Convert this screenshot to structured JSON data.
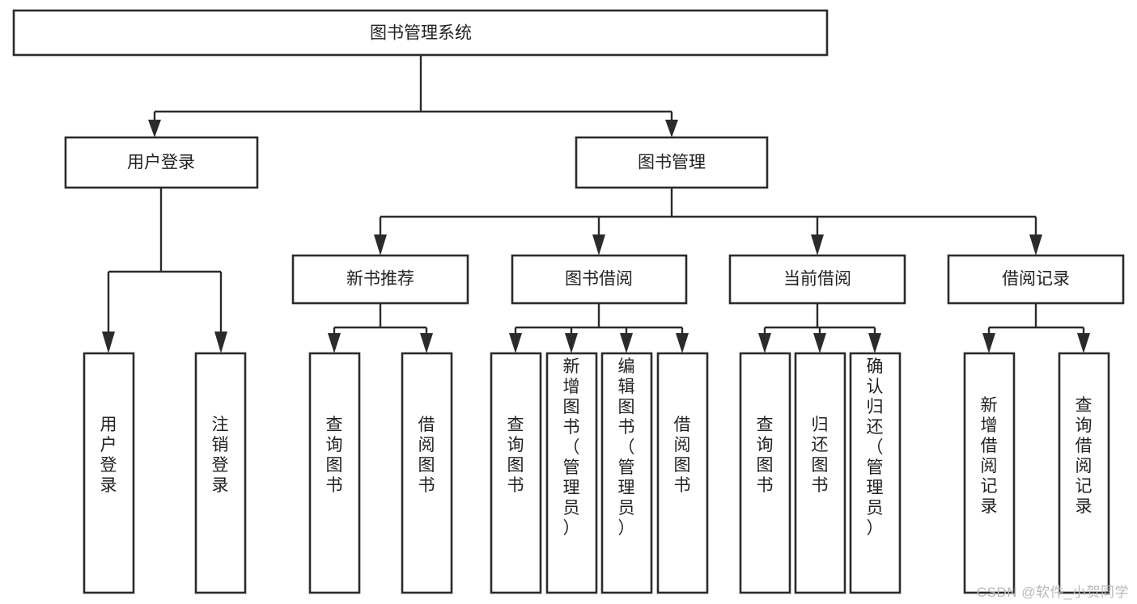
{
  "diagram": {
    "type": "tree-hierarchy-chart",
    "title": "图书管理系统",
    "colors": {
      "box_stroke": "#2b2b2b",
      "box_fill": "#ffffff",
      "connector": "#2b2b2b",
      "text": "#222222",
      "background": "#ffffff",
      "watermark": "#b8b8b8"
    },
    "root": {
      "label": "图书管理系统",
      "orientation": "horizontal"
    },
    "level2": [
      {
        "label": "用户登录",
        "orientation": "horizontal"
      },
      {
        "label": "图书管理",
        "orientation": "horizontal"
      }
    ],
    "level3": [
      {
        "label": "新书推荐",
        "orientation": "horizontal"
      },
      {
        "label": "图书借阅",
        "orientation": "horizontal"
      },
      {
        "label": "当前借阅",
        "orientation": "horizontal"
      },
      {
        "label": "借阅记录",
        "orientation": "horizontal"
      }
    ],
    "leaves_user_login": [
      {
        "label": "用户登录",
        "orientation": "vertical"
      },
      {
        "label": "注销登录",
        "orientation": "vertical"
      }
    ],
    "leaves_new_book": [
      {
        "label": "查询图书",
        "orientation": "vertical"
      },
      {
        "label": "借阅图书",
        "orientation": "vertical"
      }
    ],
    "leaves_book_borrow": [
      {
        "label": "查询图书",
        "orientation": "vertical"
      },
      {
        "label": "新增图书（管理员）",
        "orientation": "vertical"
      },
      {
        "label": "编辑图书（管理员）",
        "orientation": "vertical"
      },
      {
        "label": "借阅图书",
        "orientation": "vertical"
      }
    ],
    "leaves_current_borrow": [
      {
        "label": "查询图书",
        "orientation": "vertical"
      },
      {
        "label": "归还图书",
        "orientation": "vertical"
      },
      {
        "label": "确认归还（管理员）",
        "orientation": "vertical"
      }
    ],
    "leaves_borrow_record": [
      {
        "label": "新增借阅记录",
        "orientation": "vertical"
      },
      {
        "label": "查询借阅记录",
        "orientation": "vertical"
      }
    ],
    "watermark": "CSDN @软件_小贺同学"
  }
}
